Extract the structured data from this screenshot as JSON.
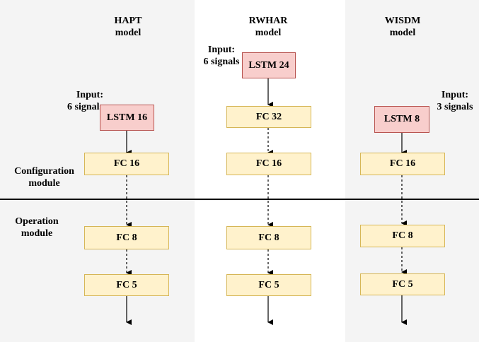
{
  "columns": [
    {
      "title_line1": "HAPT",
      "title_line2": "model",
      "input_line1": "Input:",
      "input_line2": "6 signals",
      "lstm": "LSTM 16",
      "fc_config": [
        "FC 16"
      ],
      "fc_operation": [
        "FC 8",
        "FC 5"
      ]
    },
    {
      "title_line1": "RWHAR",
      "title_line2": "model",
      "input_line1": "Input:",
      "input_line2": "6 signals",
      "lstm": "LSTM 24",
      "fc_config": [
        "FC 32",
        "FC 16"
      ],
      "fc_operation": [
        "FC 8",
        "FC 5"
      ]
    },
    {
      "title_line1": "WISDM",
      "title_line2": "model",
      "input_line1": "Input:",
      "input_line2": "3 signals",
      "lstm": "LSTM 8",
      "fc_config": [
        "FC 16"
      ],
      "fc_operation": [
        "FC 8",
        "FC 5"
      ]
    }
  ],
  "modules": {
    "configuration_line1": "Configuration",
    "configuration_line2": "module",
    "operation_line1": "Operation",
    "operation_line2": "module"
  },
  "colors": {
    "lstm_fill": "#f8cecc",
    "lstm_border": "#b85450",
    "fc_fill": "#fff2cc",
    "fc_border": "#d6b656",
    "column_background": "#f4f4f4"
  }
}
